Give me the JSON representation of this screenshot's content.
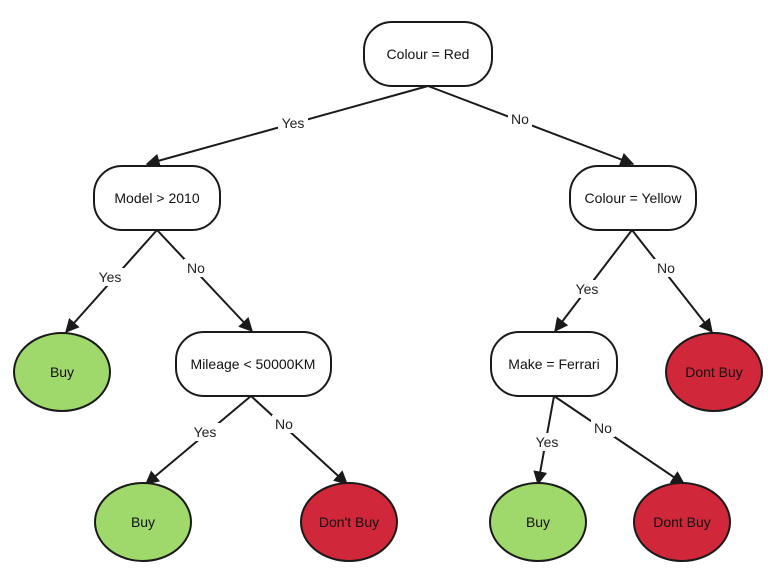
{
  "colors": {
    "buy_fill": "#9fd86b",
    "dont_buy_fill": "#d0273a",
    "node_fill": "#ffffff",
    "stroke": "#1a1a1a"
  },
  "nodes": {
    "root": "Colour = Red",
    "model": "Model > 2010",
    "colour_yellow": "Colour = Yellow",
    "mileage": "Mileage < 50000KM",
    "make": "Make = Ferrari"
  },
  "leaves": {
    "buy_1": "Buy",
    "buy_2": "Buy",
    "dont_buy_1": "Don't Buy",
    "buy_3": "Buy",
    "dont_buy_2": "Dont Buy",
    "dont_buy_3": "Dont Buy"
  },
  "edges": {
    "root_yes": "Yes",
    "root_no": "No",
    "model_yes": "Yes",
    "model_no": "No",
    "yellow_yes": "Yes",
    "yellow_no": "No",
    "mileage_yes": "Yes",
    "mileage_no": "No",
    "make_yes": "Yes",
    "make_no": "No"
  }
}
